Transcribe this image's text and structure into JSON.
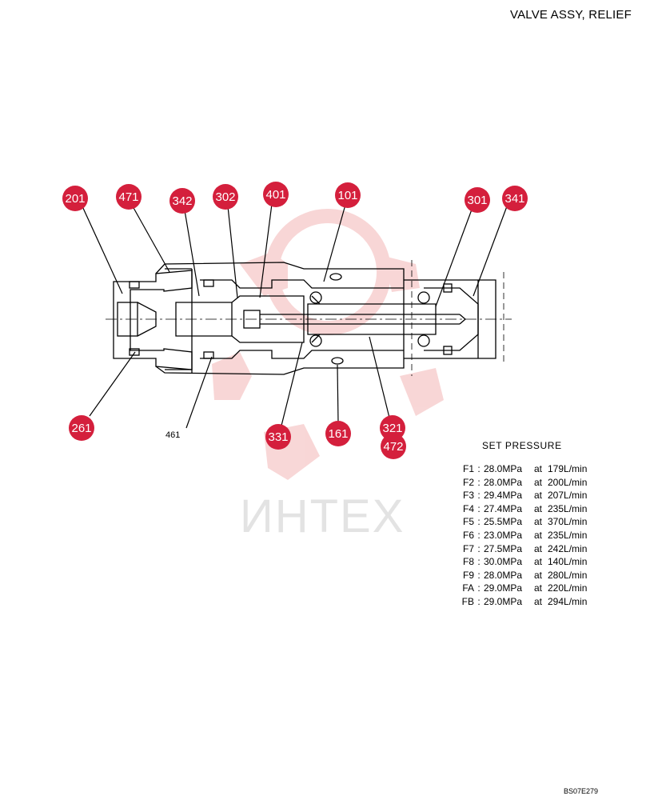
{
  "title": "VALVE ASSY, RELIEF",
  "watermark_text": "ИНТЕХ",
  "callouts": [
    {
      "label": "201"
    },
    {
      "label": "471"
    },
    {
      "label": "342"
    },
    {
      "label": "302"
    },
    {
      "label": "401"
    },
    {
      "label": "101"
    },
    {
      "label": "301"
    },
    {
      "label": "341"
    },
    {
      "label": "261"
    },
    {
      "label": "331"
    },
    {
      "label": "161"
    },
    {
      "label": "321"
    },
    {
      "label": "472"
    }
  ],
  "plain_label": "461",
  "set_pressure": {
    "heading": "SET PRESSURE",
    "rows": [
      {
        "code": "F1",
        "pressure": "28.0MPa",
        "at": "at",
        "flow": "179L/min"
      },
      {
        "code": "F2",
        "pressure": "28.0MPa",
        "at": "at",
        "flow": "200L/min"
      },
      {
        "code": "F3",
        "pressure": "29.4MPa",
        "at": "at",
        "flow": "207L/min"
      },
      {
        "code": "F4",
        "pressure": "27.4MPa",
        "at": "at",
        "flow": "235L/min"
      },
      {
        "code": "F5",
        "pressure": "25.5MPa",
        "at": "at",
        "flow": "370L/min"
      },
      {
        "code": "F6",
        "pressure": "23.0MPa",
        "at": "at",
        "flow": "235L/min"
      },
      {
        "code": "F7",
        "pressure": "27.5MPa",
        "at": "at",
        "flow": "242L/min"
      },
      {
        "code": "F8",
        "pressure": "30.0MPa",
        "at": "at",
        "flow": "140L/min"
      },
      {
        "code": "F9",
        "pressure": "28.0MPa",
        "at": "at",
        "flow": "280L/min"
      },
      {
        "code": "FA",
        "pressure": "29.0MPa",
        "at": "at",
        "flow": "220L/min"
      },
      {
        "code": "FB",
        "pressure": "29.0MPa",
        "at": "at",
        "flow": "294L/min"
      }
    ]
  },
  "footer_code": "BS07E279",
  "colors": {
    "callout": "#d41f3c",
    "watermark": "#f6c9c9",
    "line": "#000000"
  }
}
